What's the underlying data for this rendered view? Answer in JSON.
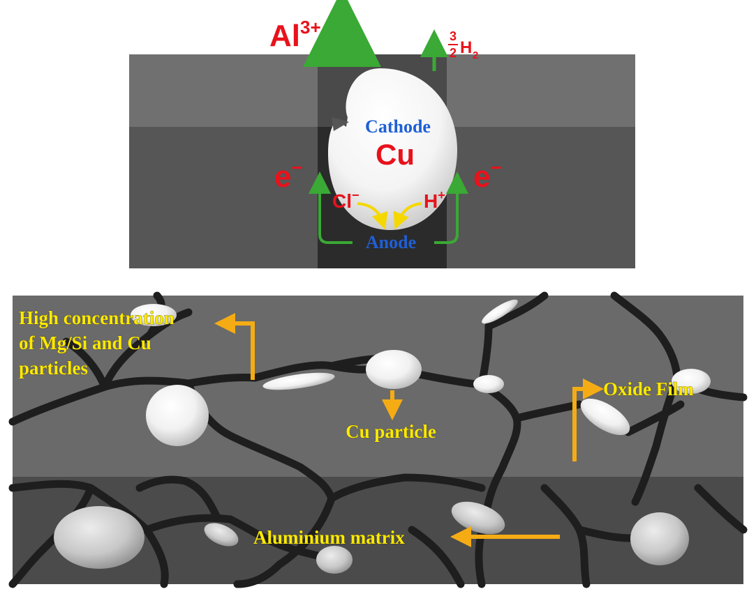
{
  "colors": {
    "block_top": "#6e6e6e",
    "block_front": "#575757",
    "slot_top": "#3a3a3a",
    "slot_front": "#2a2a2a",
    "lower_top": "#6a6a6a",
    "lower_front": "#4d4d4d",
    "grain_boundary": "#1e1e1e",
    "label_red": "#e8121b",
    "label_blue": "#1f5fd6",
    "label_yellow": "#ffea00",
    "arrow_green": "#3aa935",
    "arrow_yellow": "#f5d800",
    "arrow_orange": "#f5ac14"
  },
  "top_block": {
    "ion_label": "Al",
    "ion_charge": "3+",
    "h2_numerator": "3",
    "h2_denominator": "2",
    "h2_symbol": "H",
    "h2_subscript": "2",
    "cathode_label": "Cathode",
    "cu_label": "Cu",
    "electron_left": "e",
    "electron_right": "e",
    "electron_sign": "−",
    "chloride_label": "Cl",
    "chloride_sign": "−",
    "proton_label": "H",
    "proton_sign": "+",
    "anode_label": "Anode"
  },
  "bottom_block": {
    "high_conc_line1": "High concentration",
    "high_conc_line2": "of Mg/Si and Cu",
    "high_conc_line3": "particles",
    "cu_particle_label": "Cu particle",
    "oxide_film_label": "Oxide Film",
    "matrix_label": "Aluminium matrix"
  }
}
